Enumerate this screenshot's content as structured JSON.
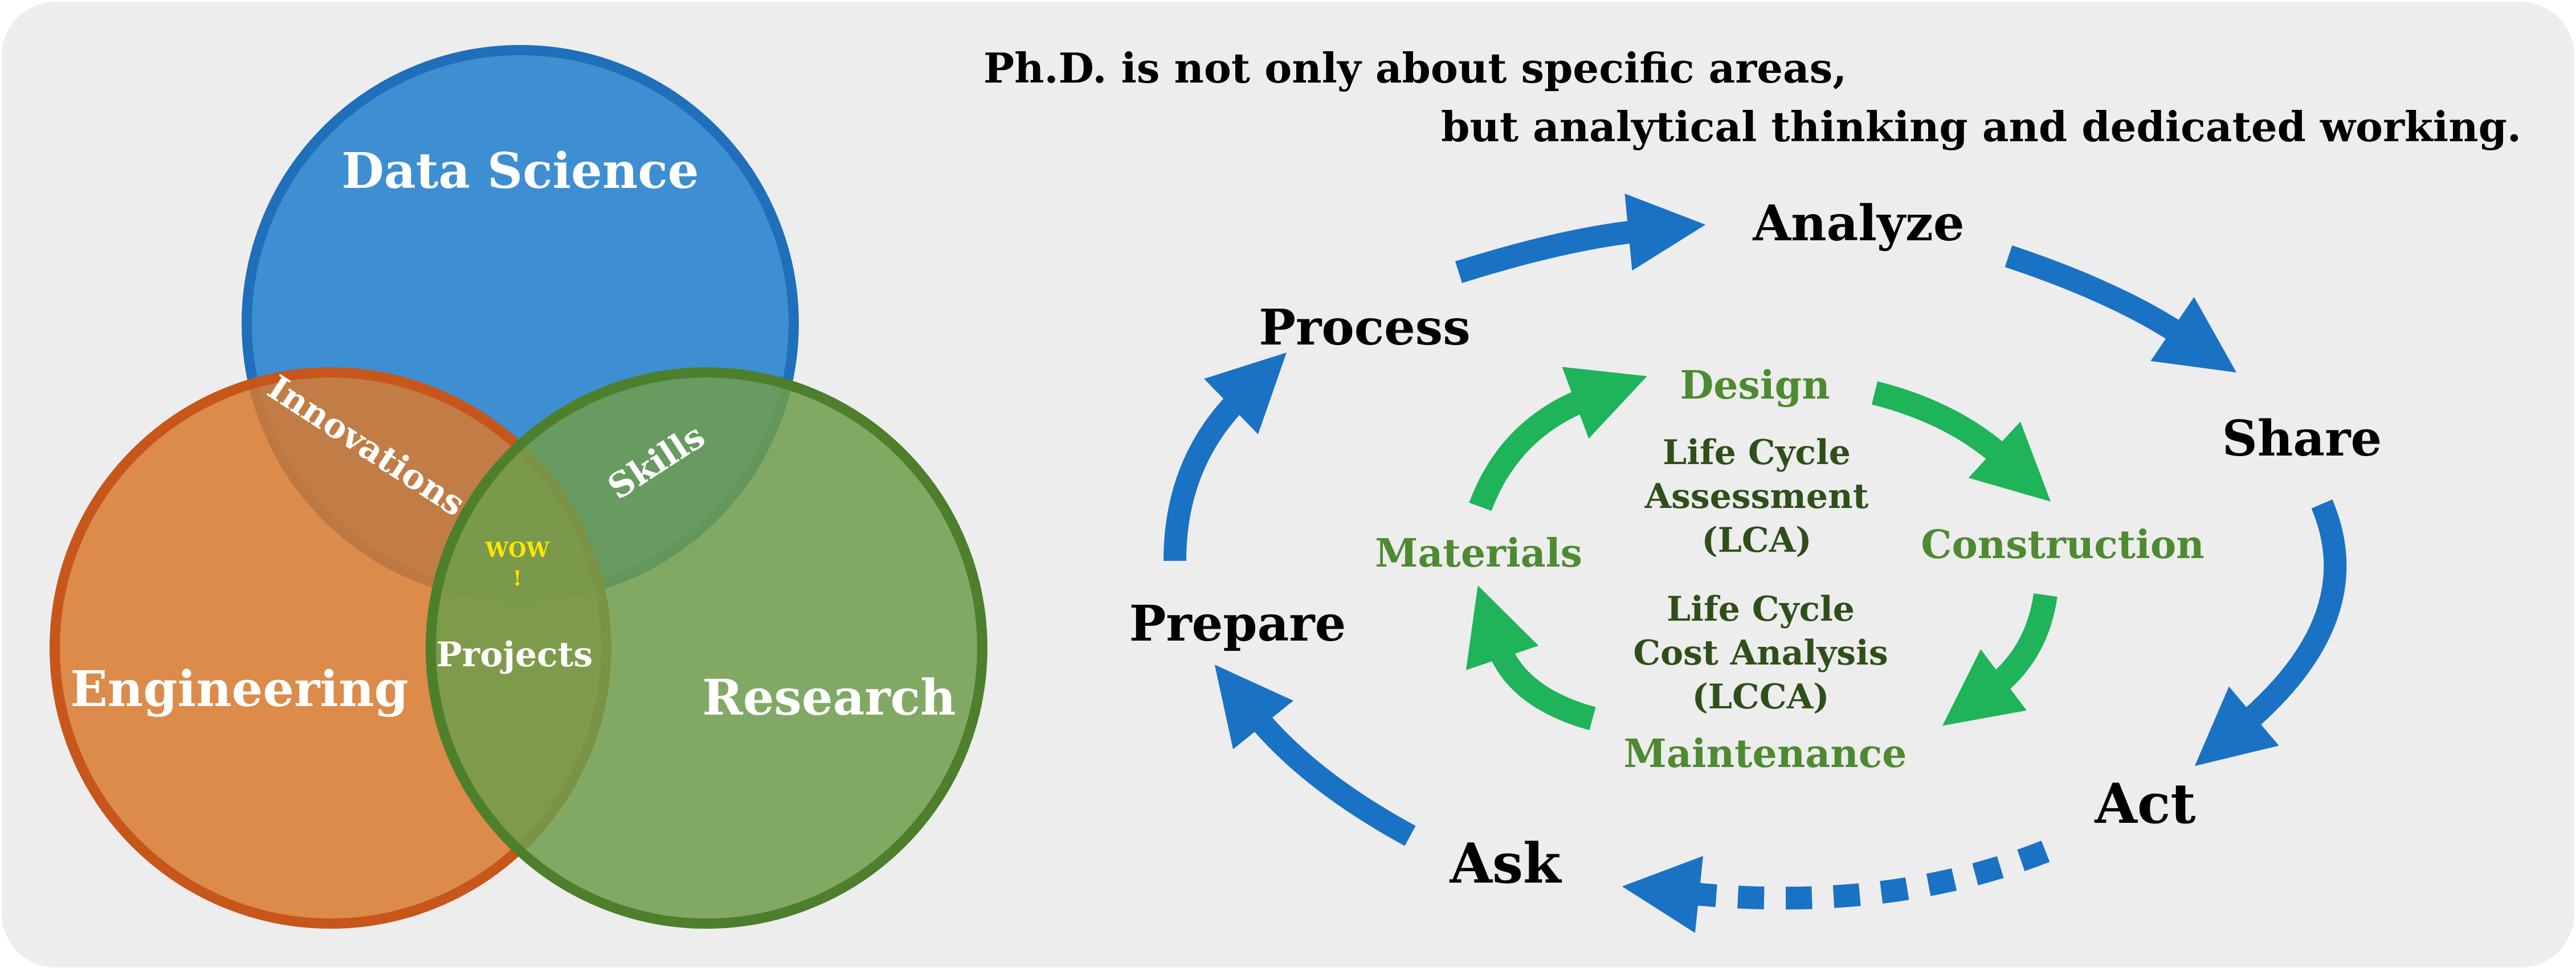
{
  "colors": {
    "panel_bg": "#ededed",
    "blue_circle": "#2f86cf",
    "orange_circle": "#d97a2f",
    "green_circle": "#6f9d4c",
    "blue_arrow": "#1a72c4",
    "green_arrow": "#1fb35a",
    "green_text": "#4e8a31",
    "dark_green_text": "#2f4f1a",
    "wow_yellow": "#ffe600"
  },
  "venn": {
    "data_science": "Data Science",
    "engineering": "Engineering",
    "research": "Research",
    "innovations": "Innovations",
    "skills": "Skills",
    "projects": "Projects",
    "wow": "WOW",
    "exclaim": "!"
  },
  "headline": {
    "line1": "Ph.D. is not only about specific areas,",
    "line2": "but analytical thinking and dedicated working."
  },
  "outer_cycle": {
    "analyze": "Analyze",
    "share": "Share",
    "act": "Act",
    "ask": "Ask",
    "prepare": "Prepare",
    "process": "Process"
  },
  "inner_cycle": {
    "design": "Design",
    "construction": "Construction",
    "maintenance": "Maintenance",
    "materials": "Materials",
    "lca": [
      "Life Cycle",
      "Assessment",
      "(LCA)"
    ],
    "lcca": [
      "Life Cycle",
      "Cost Analysis",
      "(LCCA)"
    ]
  }
}
